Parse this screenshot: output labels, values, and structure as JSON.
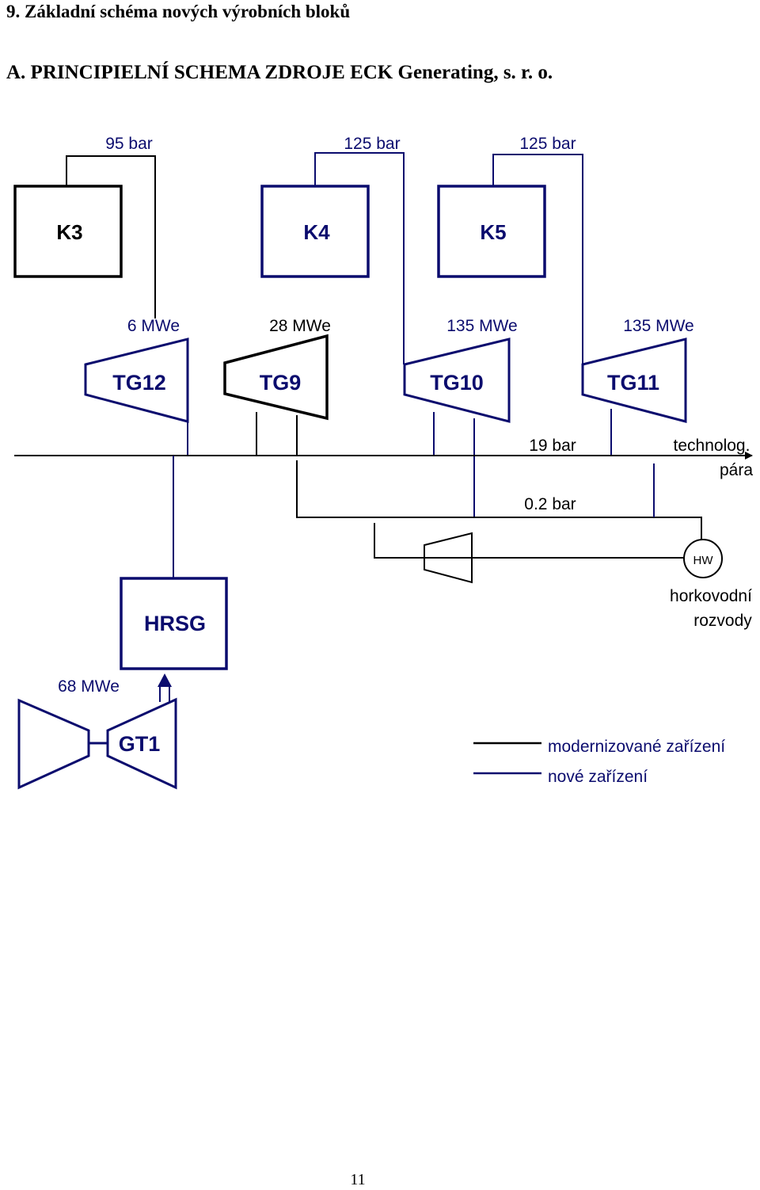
{
  "headings": {
    "section": "9. Základní schéma nových výrobních bloků",
    "subtitle": "A. PRINCIPIELNÍ SCHEMA ZDROJE ECK Generating, s. r. o."
  },
  "boilers": [
    {
      "name": "K3",
      "pressure": "95 bar"
    },
    {
      "name": "K4",
      "pressure": "125 bar"
    },
    {
      "name": "K5",
      "pressure": "125 bar"
    }
  ],
  "turbines": [
    {
      "name": "TG12",
      "power": "6 MWe"
    },
    {
      "name": "TG9",
      "power": "28 MWe"
    },
    {
      "name": "TG10",
      "power": "135 MWe"
    },
    {
      "name": "TG11",
      "power": "135 MWe"
    }
  ],
  "lines": {
    "steam_header": "19 bar",
    "condenser": "0.2 bar",
    "technological_steam_line1": "technolog.",
    "technological_steam_line2": "pára"
  },
  "hot_water": {
    "symbol": "HW",
    "label_line1": "horkovodní",
    "label_line2": "rozvody"
  },
  "hrsg": {
    "name": "HRSG"
  },
  "gas_turbine": {
    "name": "GT1",
    "power": "68 MWe"
  },
  "legend": {
    "modernized": "modernizované zařízení",
    "new": "nové zařízení"
  },
  "colors": {
    "modernized": "#000000",
    "new": "#0b0c6e"
  },
  "page_number": "11"
}
